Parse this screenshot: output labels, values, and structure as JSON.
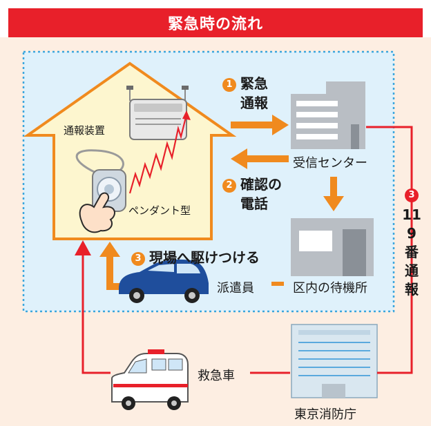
{
  "title": "緊急時の流れ",
  "colors": {
    "accent_red": "#e8202a",
    "accent_orange": "#f08a1e",
    "house": "#fdf6cf",
    "zone": "#dff1fb"
  },
  "labels": {
    "tsuho_sochi": "通報装置",
    "pendant": "ペンダント型",
    "jushin_center": "受信センター",
    "taikisho": "区内の待機所",
    "haken_in": "派遣員",
    "kyukyusha": "救急車",
    "shobocho": "東京消防庁"
  },
  "steps": {
    "s1_num": "1",
    "s1_line1": "緊急",
    "s1_line2": "通報",
    "s2_num": "2",
    "s2_line1": "確認の",
    "s2_line2": "電話",
    "s3a_num": "3",
    "s3a_text": "現場へ駆けつける",
    "s3b_num": "3",
    "s3b_text": "119番通報"
  }
}
